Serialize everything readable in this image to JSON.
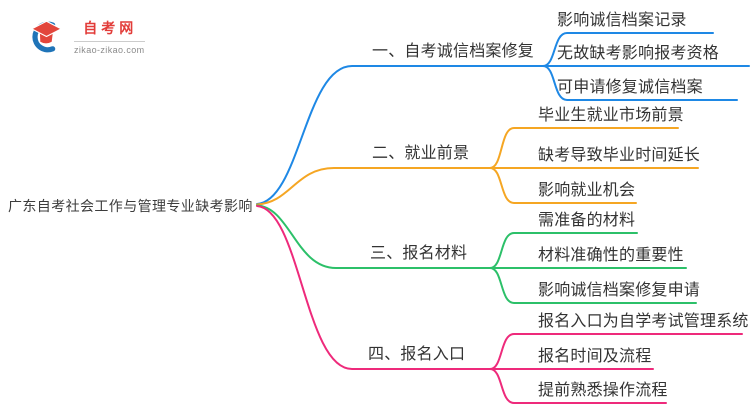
{
  "logo": {
    "title": "自考网",
    "domain": "zikao-zikao.com",
    "icon": "graduation-cap-icon",
    "red": "#e2463c",
    "blue": "#1f74b8"
  },
  "root": {
    "label": "广东自考社会工作与管理专业缺考影响",
    "text_color": "#3c3c3c"
  },
  "branches": [
    {
      "label": "一、自考诚信档案修复",
      "color": "#1e88e5",
      "children": [
        "影响诚信档案记录",
        "无故缺考影响报考资格",
        "可申请修复诚信档案"
      ]
    },
    {
      "label": "二、就业前景",
      "color": "#f5a623",
      "children": [
        "毕业生就业市场前景",
        "缺考导致毕业时间延长",
        "影响就业机会"
      ]
    },
    {
      "label": "三、报名材料",
      "color": "#2cc069",
      "children": [
        "需准备的材料",
        "材料准确性的重要性",
        "影响诚信档案修复申请"
      ]
    },
    {
      "label": "四、报名入口",
      "color": "#ee2a7b",
      "children": [
        "报名入口为自学考试管理系统",
        "报名时间及流程",
        "提前熟悉操作流程"
      ]
    }
  ]
}
